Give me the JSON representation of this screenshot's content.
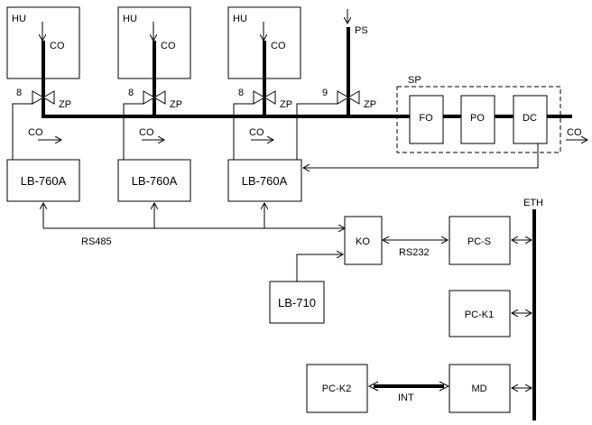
{
  "diagram": {
    "hu_label": "HU",
    "co_label": "CO",
    "ps_label": "PS",
    "zp_label": "ZP",
    "sp_label": "SP",
    "valve_numbers": [
      "8",
      "8",
      "8",
      "9"
    ],
    "filters": {
      "fo": "FO",
      "po": "PO",
      "dc": "DC"
    },
    "loggers": [
      "LB-760A",
      "LB-760A",
      "LB-760A"
    ],
    "rs485_label": "RS485",
    "rs232_label": "RS232",
    "ko_label": "KO",
    "lb710_label": "LB-710",
    "eth_label": "ETH",
    "pcs_label": "PC-S",
    "pck1_label": "PC-K1",
    "pck2_label": "PC-K2",
    "md_label": "MD",
    "int_label": "INT"
  },
  "colors": {
    "line": "#000000",
    "background": "#ffffff"
  }
}
